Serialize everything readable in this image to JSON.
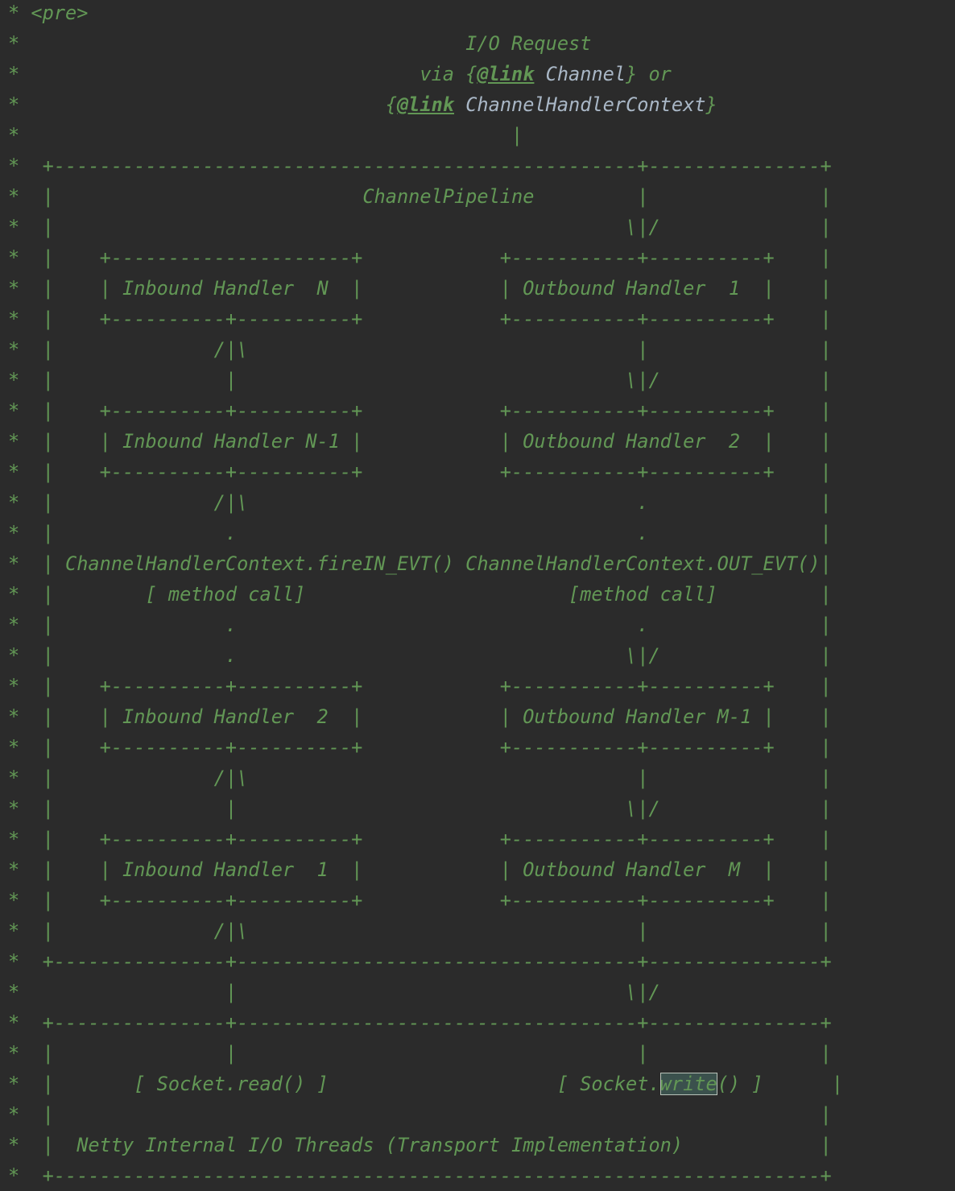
{
  "editor": {
    "lines": [
      [
        {
          "text": "* <pre>"
        }
      ],
      [
        {
          "text": "*                                       I/O Request"
        }
      ],
      [
        {
          "text": "*                                   via {"
        },
        {
          "text": "@link",
          "kind": "tag"
        },
        {
          "text": " Channel",
          "kind": "ref"
        },
        {
          "text": "} or"
        }
      ],
      [
        {
          "text": "*                                {"
        },
        {
          "text": "@link",
          "kind": "tag"
        },
        {
          "text": " ChannelHandlerContext",
          "kind": "ref"
        },
        {
          "text": "}"
        }
      ],
      [
        {
          "text": "*                                           |"
        }
      ],
      [
        {
          "text": "*  +---------------------------------------------------+---------------+"
        }
      ],
      [
        {
          "text": "*  |                           ChannelPipeline         |               |"
        }
      ],
      [
        {
          "text": "*  |                                                  \\|/              |"
        }
      ],
      [
        {
          "text": "*  |    +---------------------+            +-----------+----------+    |"
        }
      ],
      [
        {
          "text": "*  |    | Inbound Handler  N  |            | Outbound Handler  1  |    |"
        }
      ],
      [
        {
          "text": "*  |    +----------+----------+            +-----------+----------+    |"
        }
      ],
      [
        {
          "text": "*  |              /|\\                                  |               |"
        }
      ],
      [
        {
          "text": "*  |               |                                  \\|/              |"
        }
      ],
      [
        {
          "text": "*  |    +----------+----------+            +-----------+----------+    |"
        }
      ],
      [
        {
          "text": "*  |    | Inbound Handler N-1 |            | Outbound Handler  2  |    |"
        }
      ],
      [
        {
          "text": "*  |    +----------+----------+            +-----------+----------+    |"
        }
      ],
      [
        {
          "text": "*  |              /|\\                                  .               |"
        }
      ],
      [
        {
          "text": "*  |               .                                   .               |"
        }
      ],
      [
        {
          "text": "*  | ChannelHandlerContext.fireIN_EVT() ChannelHandlerContext.OUT_EVT()|"
        }
      ],
      [
        {
          "text": "*  |        [ method call]                       [method call]         |"
        }
      ],
      [
        {
          "text": "*  |               .                                   .               |"
        }
      ],
      [
        {
          "text": "*  |               .                                  \\|/              |"
        }
      ],
      [
        {
          "text": "*  |    +----------+----------+            +-----------+----------+    |"
        }
      ],
      [
        {
          "text": "*  |    | Inbound Handler  2  |            | Outbound Handler M-1 |    |"
        }
      ],
      [
        {
          "text": "*  |    +----------+----------+            +-----------+----------+    |"
        }
      ],
      [
        {
          "text": "*  |              /|\\                                  |               |"
        }
      ],
      [
        {
          "text": "*  |               |                                  \\|/              |"
        }
      ],
      [
        {
          "text": "*  |    +----------+----------+            +-----------+----------+    |"
        }
      ],
      [
        {
          "text": "*  |    | Inbound Handler  1  |            | Outbound Handler  M  |    |"
        }
      ],
      [
        {
          "text": "*  |    +----------+----------+            +-----------+----------+    |"
        }
      ],
      [
        {
          "text": "*  |              /|\\                                  |               |"
        }
      ],
      [
        {
          "text": "*  +---------------+-----------------------------------+---------------+"
        }
      ],
      [
        {
          "text": "*                  |                                  \\|/"
        }
      ],
      [
        {
          "text": "*  +---------------+-----------------------------------+---------------+"
        }
      ],
      [
        {
          "text": "*  |               |                                   |               |"
        }
      ],
      [
        {
          "text": "*  |       [ Socket.read() ]                    [ Socket."
        },
        {
          "text": "write",
          "kind": "caret"
        },
        {
          "text": "() ]      |"
        }
      ],
      [
        {
          "text": "*  |                                                                   |"
        }
      ],
      [
        {
          "text": "*  |  Netty Internal I/O Threads (Transport Implementation)            |"
        }
      ],
      [
        {
          "text": "*  +-------------------------------------------------------------------+"
        }
      ]
    ]
  }
}
